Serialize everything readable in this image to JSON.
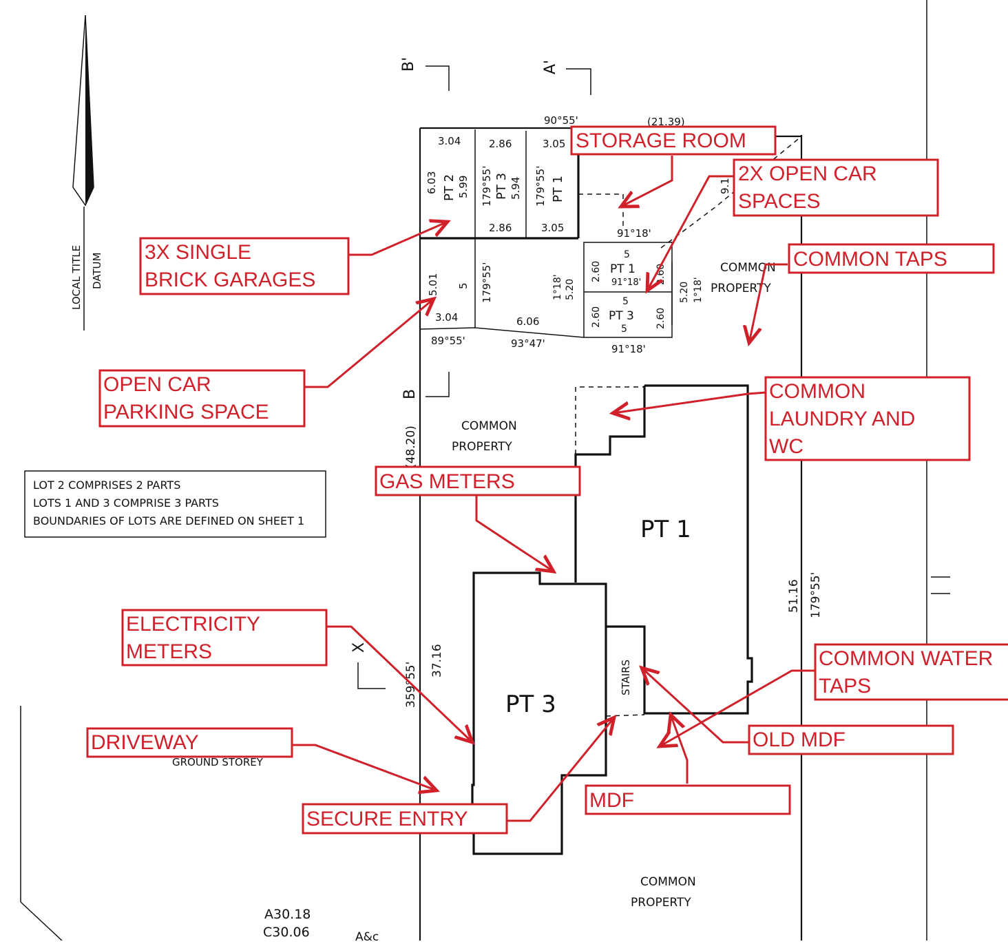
{
  "north_datum": {
    "line1": "LOCAL TITLE",
    "line2": "DATUM"
  },
  "section_marks": {
    "b_prime": "B'",
    "a_prime": "A'",
    "b": "B",
    "x": "X"
  },
  "garages": {
    "top_bearing": "90°55'",
    "top_length": "(21.39)",
    "pt2": {
      "label": "PT 2",
      "top": "3.04",
      "left": "6.03",
      "right": "5.99"
    },
    "pt3": {
      "label": "PT 3",
      "top": "2.86",
      "bottom": "2.86",
      "bearing": "179°55'",
      "side": "5.94"
    },
    "pt1": {
      "label": "PT 1",
      "top": "3.05",
      "bottom": "3.05",
      "bearing": "179°55'"
    },
    "bearing_91": "91°18'",
    "diag_dim": "9.1"
  },
  "parking": {
    "side_left": "5.01",
    "mid": "5",
    "bearing": "179°55'",
    "bottom_left": "3.04",
    "bottom_mid": "6.06",
    "bearing_89": "89°55'",
    "bearing_93": "93°47'",
    "bearing_91": "91°18'",
    "right_bearing": "1°18'",
    "right_len": "5.20",
    "spaces": {
      "pt1": {
        "label": "PT 1",
        "top": "5",
        "left": "2.60",
        "right": "2.60",
        "bearing": "91°18'"
      },
      "pt3": {
        "label": "PT 3",
        "top": "5",
        "bottom": "5",
        "left": "2.60",
        "right": "2.60"
      }
    },
    "east_dim": "5.20",
    "east_bearing": "1°18'"
  },
  "common_property": {
    "line1": "COMMON",
    "line2": "PROPERTY"
  },
  "boundary": {
    "west_len": "(48.20)",
    "west_bearing": "359°55'",
    "west_lower": "37.16",
    "east_len": "51.16",
    "east_bearing": "179°55'"
  },
  "notes": [
    "LOT 2 COMPRISES 2 PARTS",
    "LOTS 1 AND 3 COMPRISE 3 PARTS",
    "BOUNDARIES OF LOTS ARE DEFINED ON SHEET 1"
  ],
  "building": {
    "pt1": "PT 1",
    "pt3": "PT 3",
    "stairs": "STAIRS",
    "storey": "GROUND STOREY"
  },
  "lower_marks": {
    "a": "A30.18",
    "c": "C30.06",
    "partial": "A&c"
  },
  "annotations": {
    "storage_room": "STORAGE ROOM",
    "open_car_spaces": [
      "2X OPEN CAR",
      "SPACES"
    ],
    "garages": [
      "3X  SINGLE",
      "BRICK GARAGES"
    ],
    "common_taps": "COMMON TAPS",
    "open_parking": [
      "OPEN CAR",
      "PARKING SPACE"
    ],
    "laundry": [
      "COMMON",
      "LAUNDRY AND",
      "WC"
    ],
    "gas_meters": "GAS METERS",
    "electricity": [
      "ELECTRICITY",
      "METERS"
    ],
    "water_taps": [
      "COMMON WATER",
      "TAPS"
    ],
    "driveway": "DRIVEWAY",
    "old_mdf": "OLD MDF",
    "secure_entry": "SECURE ENTRY",
    "mdf": "MDF"
  },
  "colors": {
    "annotation": "#d0202a",
    "linework": "#111111",
    "background": "#ffffff"
  }
}
